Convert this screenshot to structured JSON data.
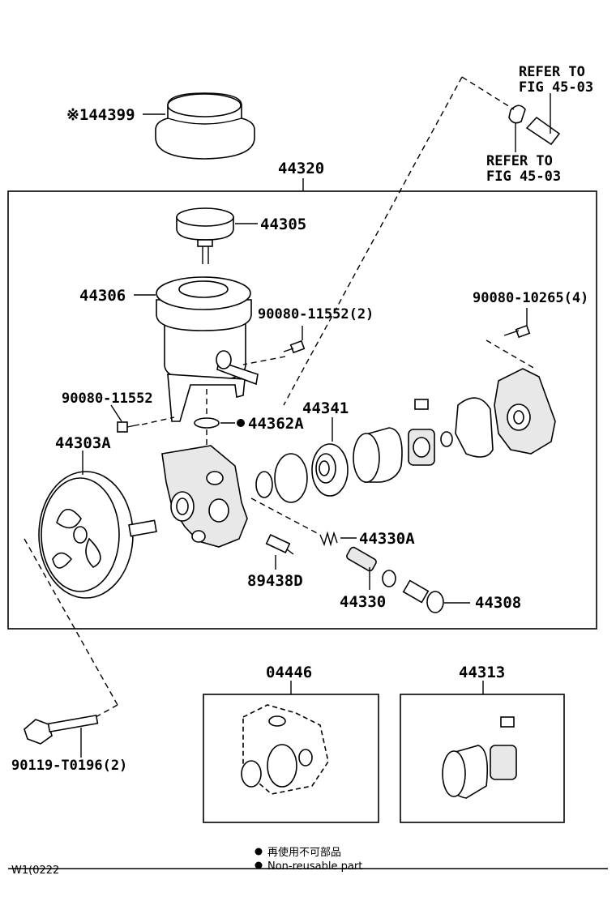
{
  "labels": {
    "p44399": "※144399",
    "p44320": "44320",
    "refer_top_1": "REFER TO",
    "refer_top_2": "FIG 45-03",
    "refer_bot_1": "REFER TO",
    "refer_bot_2": "FIG 45-03",
    "p44305": "44305",
    "p44306": "44306",
    "p90080_11552_2": "90080-11552(2)",
    "p90080_10265_4": "90080-10265(4)",
    "p90080_11552": "90080-11552",
    "p44341": "44341",
    "p44362A": "44362A",
    "p44303A": "44303A",
    "p44330A": "44330A",
    "p89438D": "89438D",
    "p44330": "44330",
    "p44308": "44308",
    "p04446": "04446",
    "p44313": "44313",
    "p90119": "90119-T0196(2)"
  },
  "legend": {
    "jp": "再使用不可部品",
    "en": "Non-reusable part",
    "footer_code": "W1(0222"
  }
}
